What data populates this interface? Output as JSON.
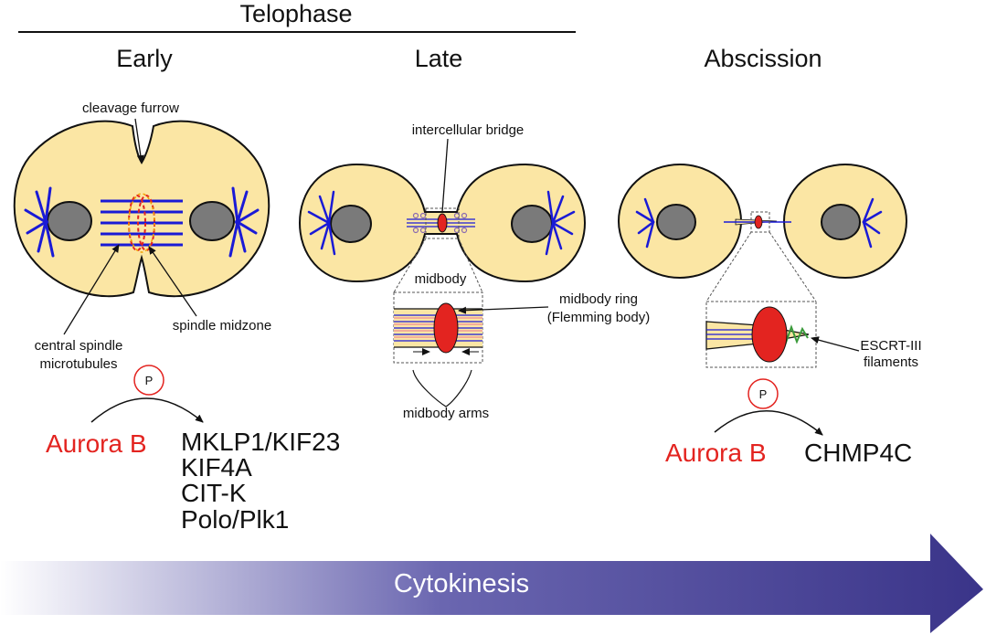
{
  "header": {
    "phase": "Telophase",
    "stages": [
      "Early",
      "Late",
      "Abscission"
    ]
  },
  "labels": {
    "cleavage_furrow": "cleavage furrow",
    "central_spindle_1": "central spindle",
    "central_spindle_2": "microtubules",
    "spindle_midzone": "spindle midzone",
    "intercellular_bridge": "intercellular bridge",
    "midbody": "midbody",
    "midbody_ring_1": "midbody ring",
    "midbody_ring_2": "(Flemming body)",
    "midbody_arms": "midbody arms",
    "escrt_1": "ESCRT-III",
    "escrt_2": "filaments"
  },
  "early_pathway": {
    "phospho": "P",
    "kinase": "Aurora B",
    "substrates": [
      "MKLP1/KIF23",
      "KIF4A",
      "CIT-K",
      "Polo/Plk1"
    ]
  },
  "abscission_pathway": {
    "phospho": "P",
    "kinase": "Aurora B",
    "substrate": "CHMP4C"
  },
  "bottom_arrow": {
    "label": "Cytokinesis"
  },
  "colors": {
    "cell_fill": "#fbe6a4",
    "nucleus": "#7a7a7a",
    "microtubule": "#1a1ad6",
    "red": "#e32420",
    "arrow_dark": "#3f3a8e",
    "escrt": "#3a9a3a"
  }
}
